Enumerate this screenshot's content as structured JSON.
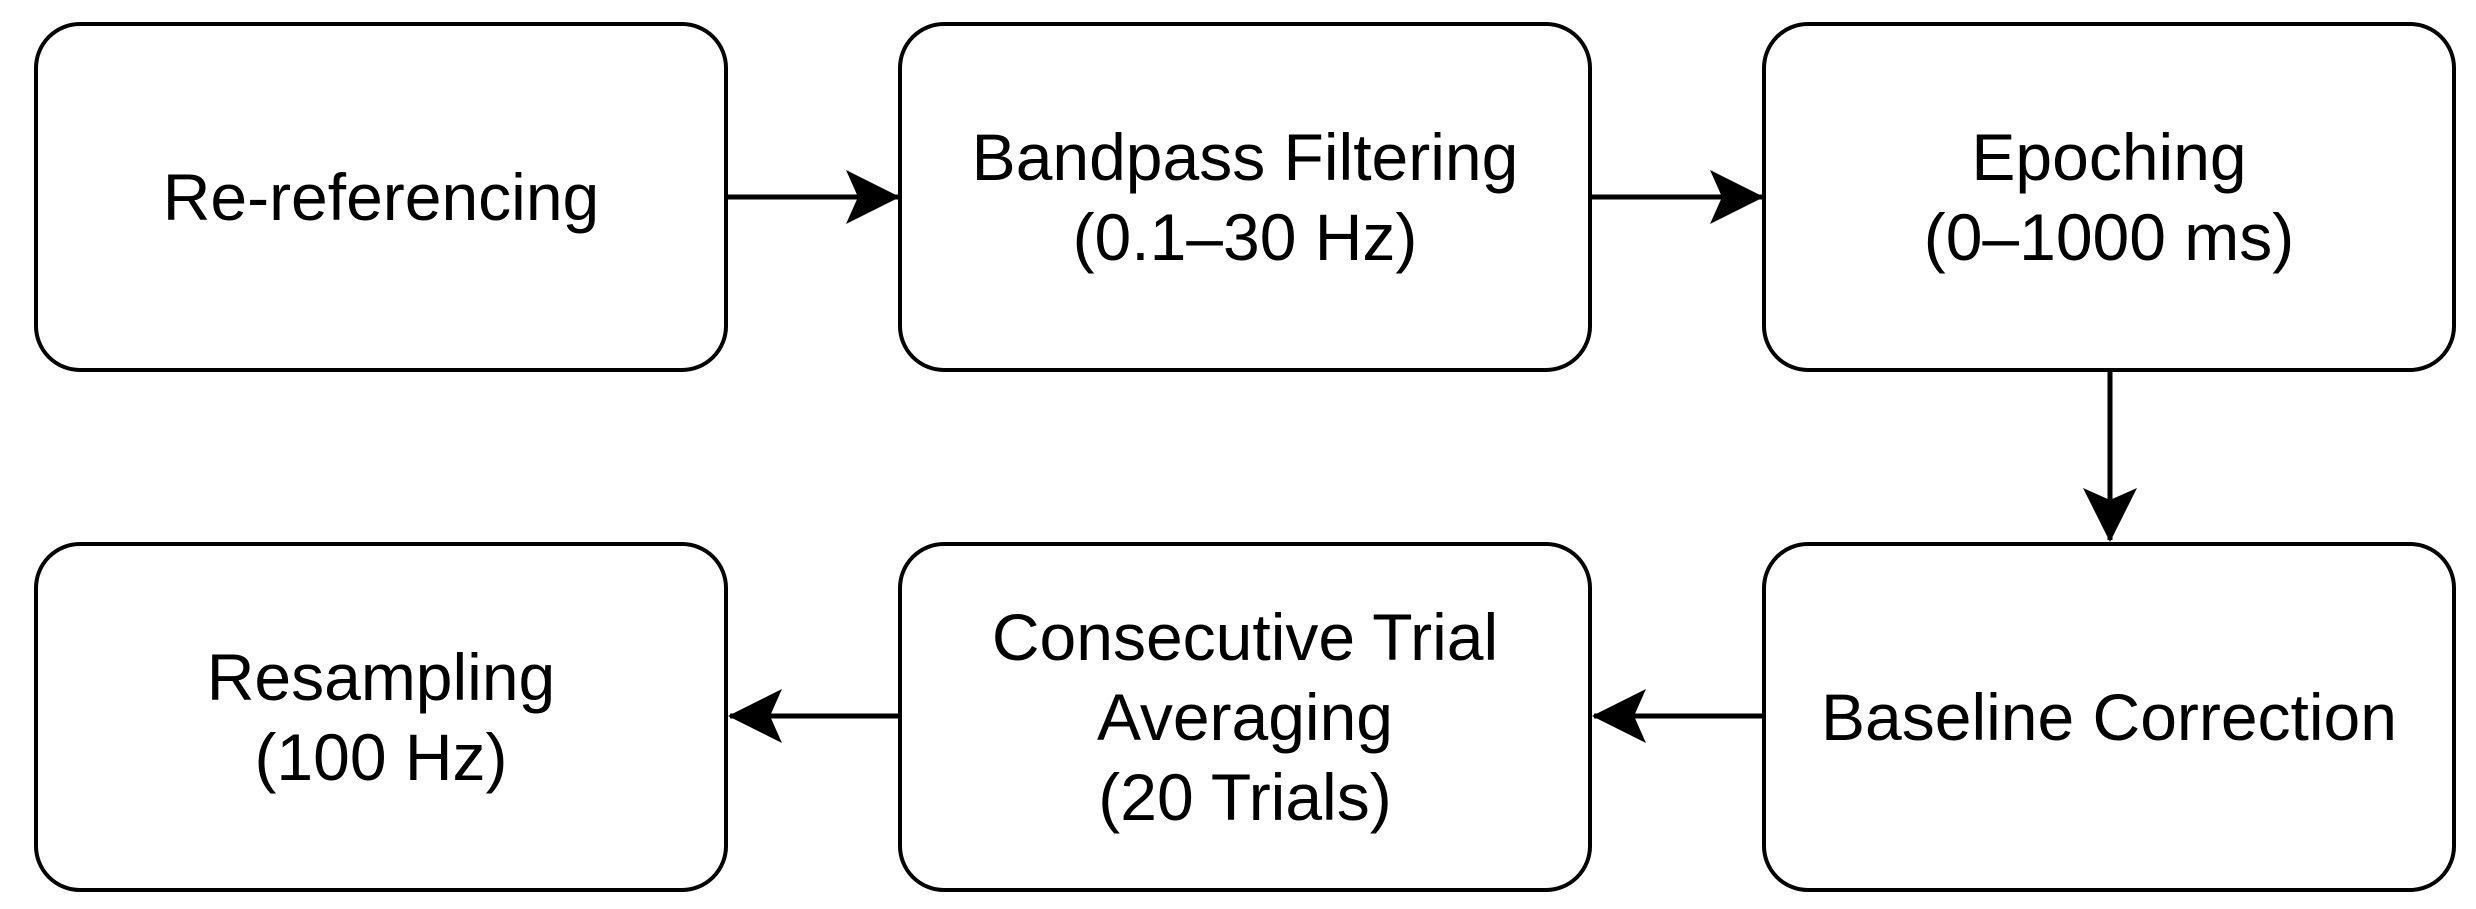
{
  "diagram": {
    "nodes": [
      {
        "id": "re-referencing",
        "lines": [
          "Re-referencing"
        ]
      },
      {
        "id": "bandpass-filtering",
        "lines": [
          "Bandpass Filtering",
          "(0.1–30 Hz)"
        ]
      },
      {
        "id": "epoching",
        "lines": [
          "Epoching",
          "(0–1000 ms)"
        ]
      },
      {
        "id": "baseline-correction",
        "lines": [
          "Baseline Correction"
        ]
      },
      {
        "id": "consecutive-trial-averaging",
        "lines": [
          "Consecutive Trial",
          "Averaging",
          "(20 Trials)"
        ]
      },
      {
        "id": "resampling",
        "lines": [
          "Resampling",
          "(100 Hz)"
        ]
      }
    ],
    "edges": [
      {
        "from": "re-referencing",
        "to": "bandpass-filtering"
      },
      {
        "from": "bandpass-filtering",
        "to": "epoching"
      },
      {
        "from": "epoching",
        "to": "baseline-correction"
      },
      {
        "from": "baseline-correction",
        "to": "consecutive-trial-averaging"
      },
      {
        "from": "consecutive-trial-averaging",
        "to": "resampling"
      }
    ],
    "colors": {
      "stroke": "#000000",
      "fill": "#ffffff",
      "text": "#000000"
    }
  }
}
